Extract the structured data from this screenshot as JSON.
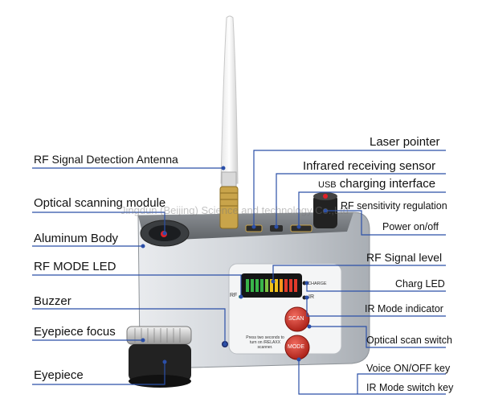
{
  "labels": {
    "rf_antenna": "RF Signal Detection Antenna",
    "optical_module": "Optical scanning module",
    "aluminum_body": "Aluminum Body",
    "rf_mode_led": "RF MODE LED",
    "buzzer": "Buzzer",
    "eyepiece_focus": "Eyepiece focus",
    "eyepiece": "Eyepiece",
    "laser_pointer": "Laser pointer",
    "infrared_sensor": "Infrared receiving sensor",
    "usb_prefix": "USB",
    "usb_interface": "charging interface",
    "rf_sensitivity": "RF sensitivity regulation",
    "power": "Power on/off",
    "rf_signal_level": "RF Signal level",
    "charg_led": "Charg LED",
    "ir_mode_indicator": "IR Mode indicator",
    "optical_scan_switch": "Optical scan switch",
    "voice_key": "Voice  ON/OFF key",
    "ir_mode_switch": "IR Mode switch key"
  },
  "device_text": {
    "rf": "RF",
    "charge": "CHARGE",
    "ir": "IR",
    "scan_button": "SCAN",
    "mode_button": "MODE",
    "instruction": "Press two seconds to turn on /RELAXX scanner."
  },
  "watermark": "Jingdun (Beijing) Science and technology Co.,Ltd",
  "colors": {
    "leader_line": "#2b4fa8",
    "body": "#c9cdd2",
    "button_red": "#c8281e",
    "led_green": "#39b54a",
    "led_yellow": "#f2c21b",
    "led_red": "#e03a2b"
  }
}
